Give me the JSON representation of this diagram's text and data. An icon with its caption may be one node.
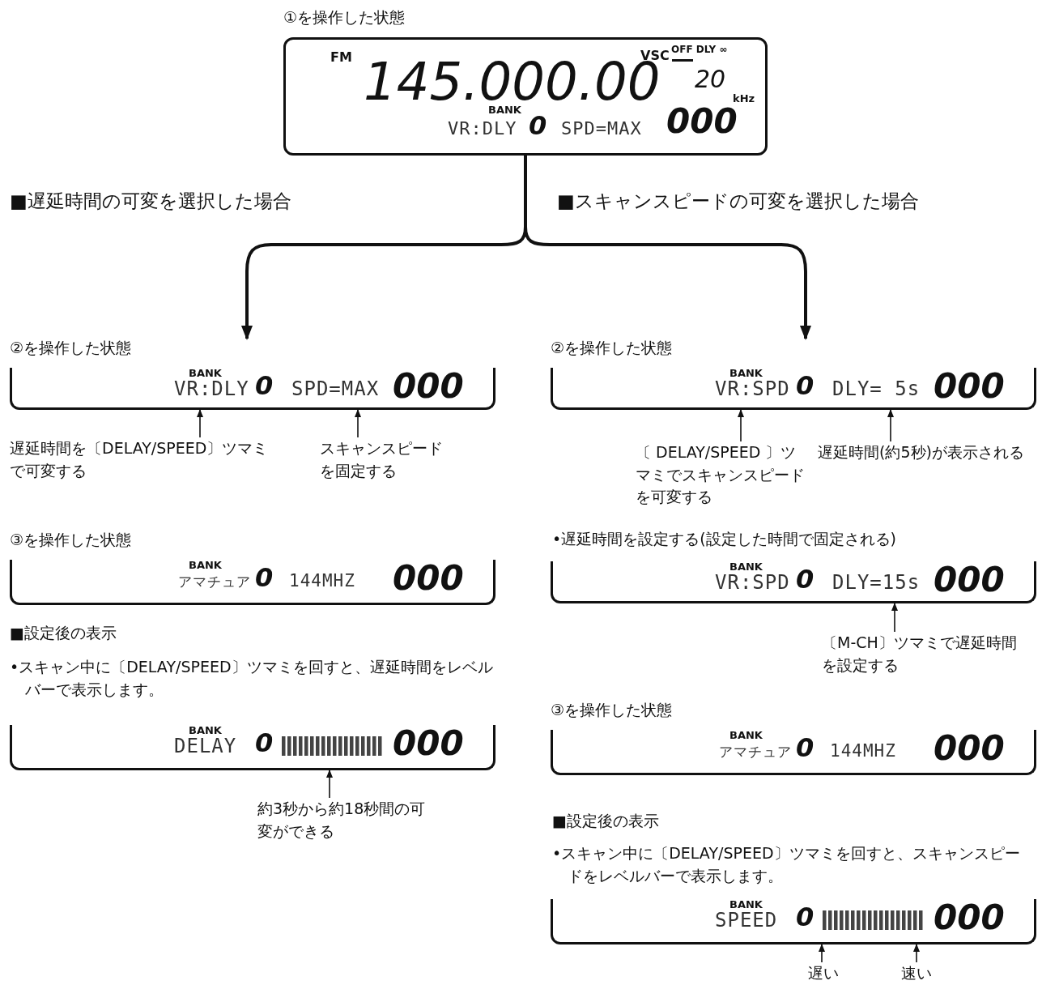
{
  "diagram": {
    "nodes": [
      {
        "text": [
          "①を操作した状態",
          "FM",
          "VSC",
          "OFF DLY ∞",
          "145.000.00",
          "20",
          "kHz",
          "BANK",
          "VR:DLY",
          "0",
          "SPD=MAX",
          "000"
        ]
      },
      {
        "text": [
          "②を操作した状態",
          "BANK",
          "VR:DLY",
          "0",
          "SPD=MAX",
          "000"
        ]
      },
      {
        "text": [
          "遅延時間を〔DELAY/SPEED〕ツマミで可変する"
        ]
      },
      {
        "text": [
          "スキャンスピードを固定する"
        ]
      },
      {
        "text": [
          "③を操作した状態",
          "BANK",
          "アマチュア",
          "0",
          "144MHZ",
          "000"
        ]
      },
      {
        "text": [
          "BANK",
          "DELAY",
          "0",
          "000"
        ]
      },
      {
        "text": [
          "約3秒から約18秒間の可変ができる"
        ]
      },
      {
        "text": [
          "②を操作した状態",
          "BANK",
          "VR:SPD",
          "0",
          "DLY= 5s",
          "000"
        ]
      },
      {
        "text": [
          "〔 DELAY/SPEED 〕ツマミでスキャンスピードを可変する"
        ]
      },
      {
        "text": [
          "遅延時間(約5秒)が表示される"
        ]
      },
      {
        "text": [
          "BANK",
          "VR:SPD",
          "0",
          "DLY=15s",
          "000"
        ]
      },
      {
        "text": [
          "〔M-CH〕ツマミで遅延時間を設定する"
        ]
      },
      {
        "text": [
          "③を操作した状態",
          "BANK",
          "アマチュア",
          "0",
          "144MHZ",
          "000"
        ]
      },
      {
        "text": [
          "BANK",
          "SPEED",
          "0",
          "000"
        ]
      },
      {
        "text": [
          "遅い"
        ]
      },
      {
        "text": [
          "速い"
        ]
      }
    ],
    "edges": [
      {
        "from": 0,
        "to": 1,
        "arrow": "to",
        "style": "thick"
      },
      {
        "from": 0,
        "to": 7,
        "arrow": "to",
        "style": "thick"
      },
      {
        "from": 2,
        "to": 1,
        "arrow": "to"
      },
      {
        "from": 3,
        "to": 1,
        "arrow": "to"
      },
      {
        "from": 6,
        "to": 5,
        "arrow": "to"
      },
      {
        "from": 8,
        "to": 7,
        "arrow": "to"
      },
      {
        "from": 9,
        "to": 7,
        "arrow": "to"
      },
      {
        "from": 11,
        "to": 10,
        "arrow": "to"
      },
      {
        "from": 14,
        "to": 13,
        "arrow": "to"
      },
      {
        "from": 15,
        "to": 13,
        "arrow": "to"
      }
    ],
    "labels": [
      "■遅延時間の可変を選択した場合",
      "■スキャンスピードの可変を選択した場合",
      "•遅延時間を設定する(設定した時間で固定される)",
      "■設定後の表示",
      "•スキャン中に〔DELAY/SPEED〕ツマミを回すと、遅延時間をレベルバーで表示します。",
      "■設定後の表示",
      "•スキャン中に〔DELAY/SPEED〕ツマミを回すと、スキャンスピードをレベルバーで表示します。"
    ]
  }
}
